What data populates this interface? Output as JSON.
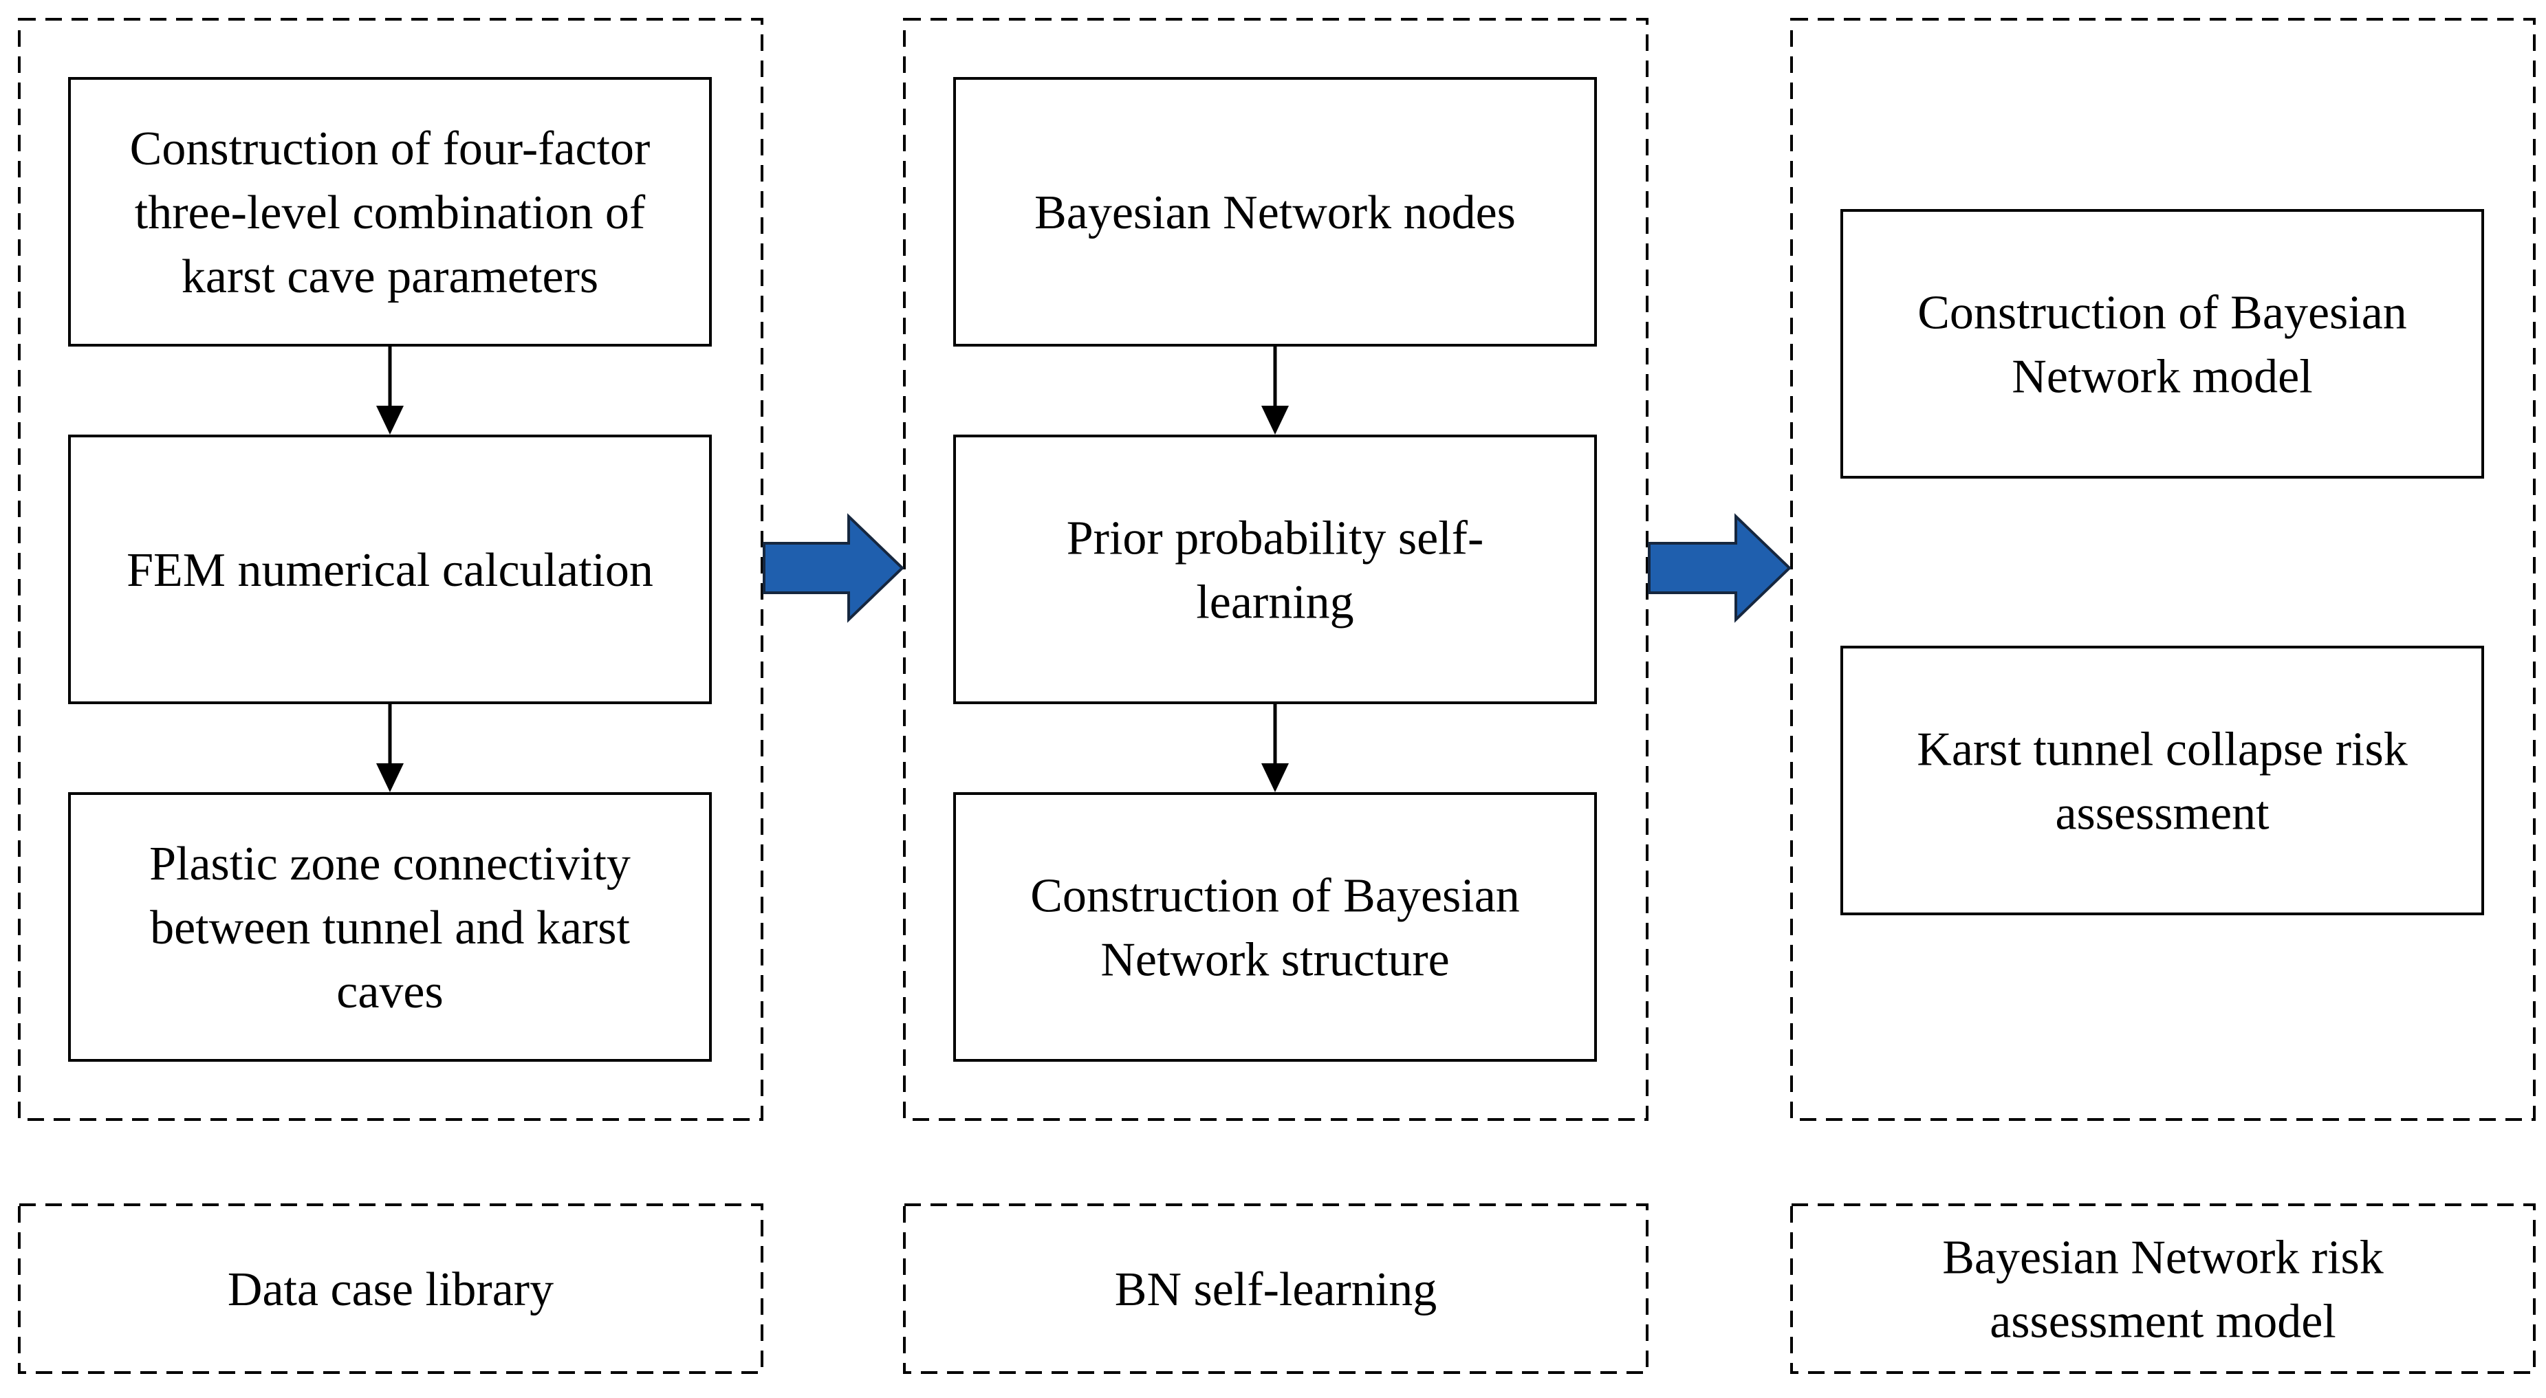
{
  "columns": [
    {
      "label": [
        "Data case library"
      ],
      "boxes": [
        [
          "Construction of four-factor",
          "three-level combination of",
          "karst cave parameters"
        ],
        [
          "FEM numerical calculation"
        ],
        [
          "Plastic zone connectivity",
          "between tunnel and karst",
          "caves"
        ]
      ]
    },
    {
      "label": [
        "BN self-learning"
      ],
      "boxes": [
        [
          "Bayesian Network nodes"
        ],
        [
          "Prior probability self-",
          "learning"
        ],
        [
          "Construction of  Bayesian",
          "Network structure"
        ]
      ]
    },
    {
      "label": [
        "Bayesian Network risk",
        "assessment model"
      ],
      "boxes": [
        [
          "Construction of  Bayesian",
          "Network model"
        ],
        [
          "Karst tunnel collapse risk",
          "assessment"
        ]
      ]
    }
  ],
  "colors": {
    "stroke": "#000000",
    "block_arrow_fill": "#1f5fae",
    "block_arrow_stroke": "#16273f",
    "background": "#ffffff"
  }
}
